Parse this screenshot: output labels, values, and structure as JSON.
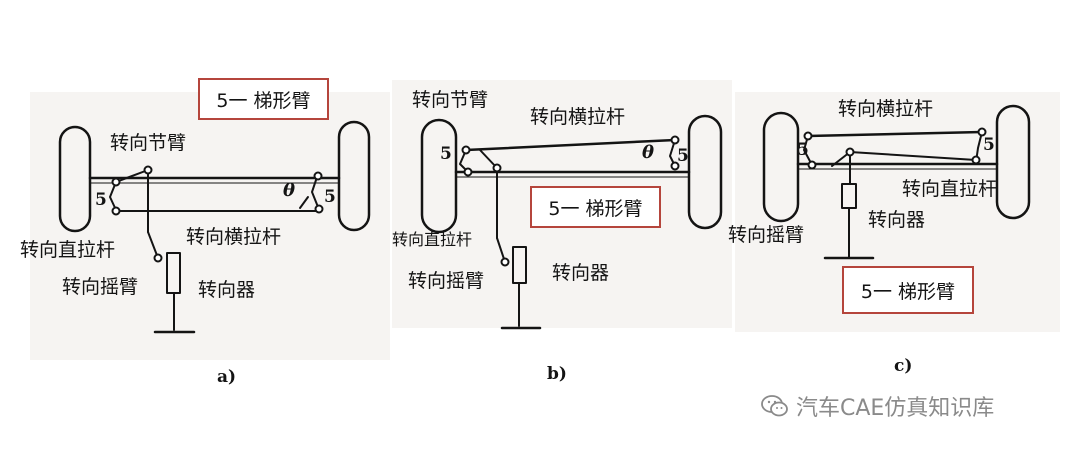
{
  "colors": {
    "ink": "#141414",
    "accent": "#b5453c",
    "panel": "#f6f4f2",
    "watermark": "#8a8a8a"
  },
  "panel_a": {
    "callout": "5一 梯形臂",
    "knuckle_arm": "转向节臂",
    "drag_link": "转向直拉杆",
    "tie_rod": "转向横拉杆",
    "pitman_arm": "转向摇臂",
    "steering_gear": "转向器",
    "label_5_left": "5",
    "label_5_right": "5",
    "theta": "θ",
    "caption": "a)"
  },
  "panel_b": {
    "callout": "5一 梯形臂",
    "knuckle_arm": "转向节臂",
    "tie_rod": "转向横拉杆",
    "drag_link": "转向直拉杆",
    "pitman_arm": "转向摇臂",
    "steering_gear": "转向器",
    "label_5_left": "5",
    "label_5_right": "5",
    "theta": "θ",
    "caption": "b)"
  },
  "panel_c": {
    "tie_rod": "转向横拉杆",
    "drag_link": "转向直拉杆",
    "steering_gear": "转向器",
    "pitman_arm": "转向摇臂",
    "callout": "5一 梯形臂",
    "label_5_left": "5",
    "label_5_right": "5",
    "caption": "c)"
  },
  "watermark": {
    "text": "汽车CAE仿真知识库",
    "icon": "wechat-icon"
  }
}
